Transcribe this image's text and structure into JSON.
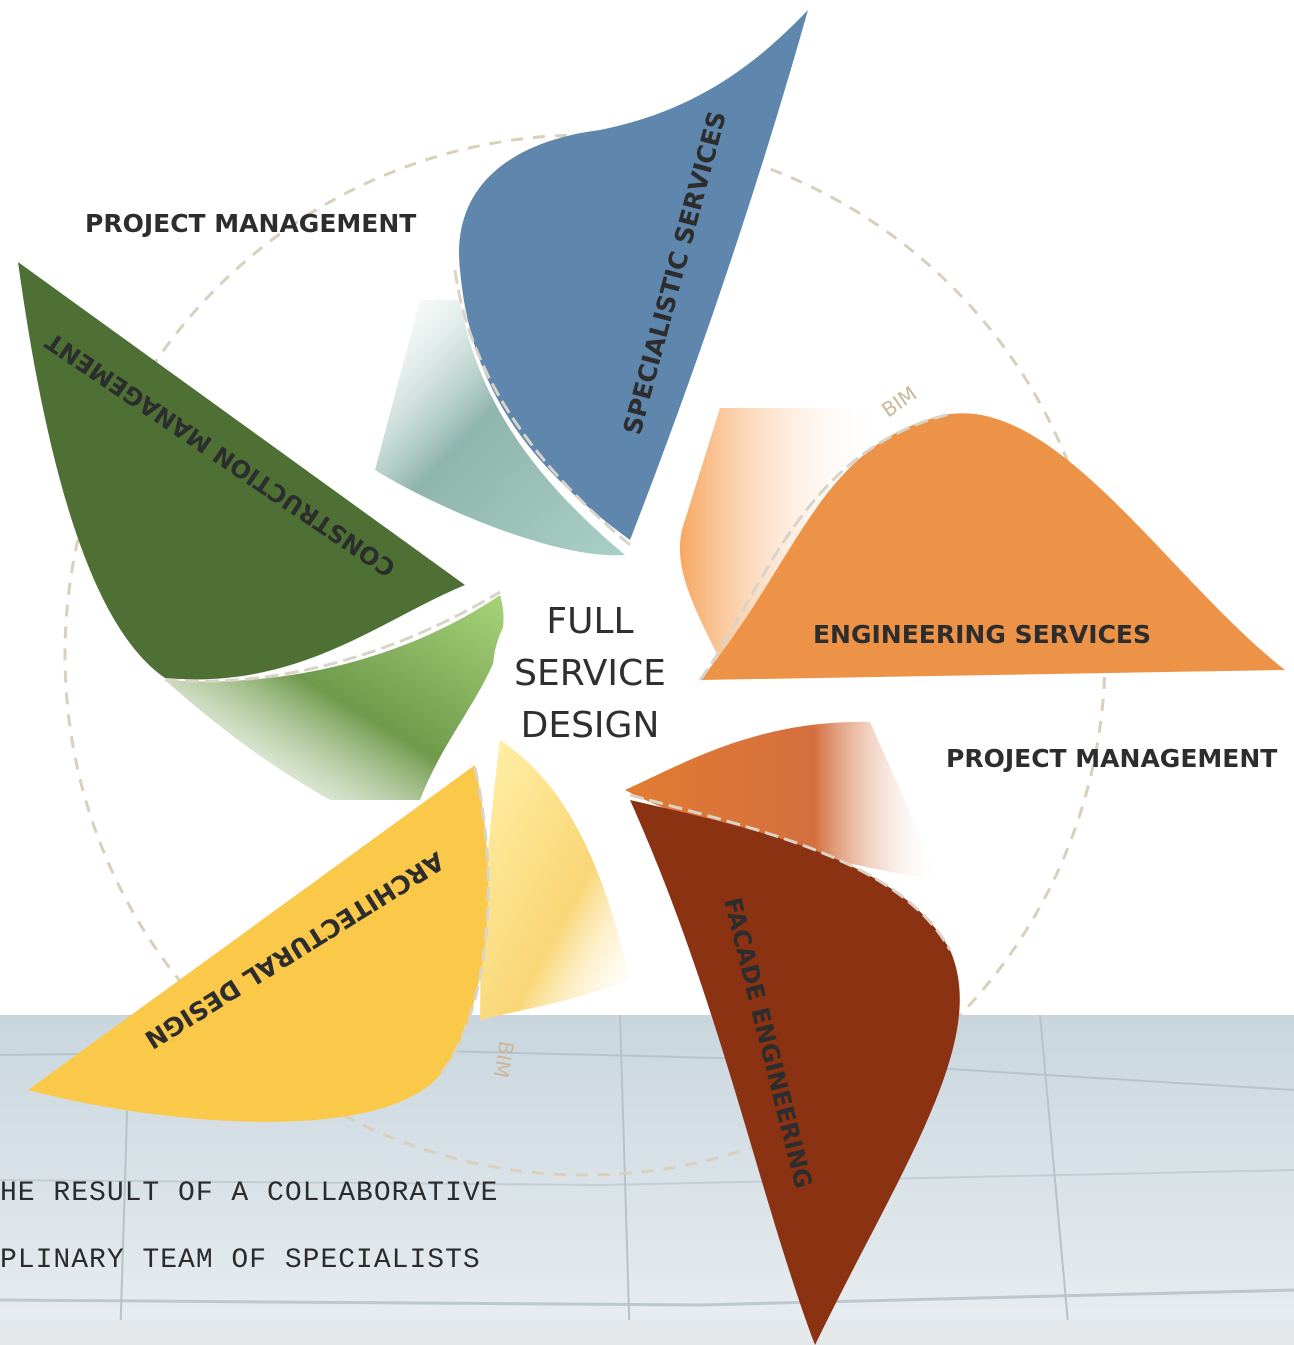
{
  "center": {
    "line1": "FULL",
    "line2": "SERVICE",
    "line3": "DESIGN"
  },
  "petals": {
    "specialistic": "SPECIALISTIC SERVICES",
    "construction": "CONSTRUCTION MANAGEMENT",
    "engineering": "ENGINEERING SERVICES",
    "architectural": "ARCHITECTURAL DESIGN",
    "facade": "FACADE ENGINEERING"
  },
  "outer_labels": {
    "project_management_top": "PROJECT MANAGEMENT",
    "project_management_right": "PROJECT MANAGEMENT",
    "bim_top": "BIM",
    "bim_bottom": "BIM"
  },
  "caption": {
    "line1": "HE RESULT OF A COLLABORATIVE",
    "line2": "PLINARY TEAM OF SPECIALISTS"
  },
  "colors": {
    "specialistic": "#5f86ad",
    "construction": "#4e7035",
    "engineering": "#ec9348",
    "architectural": "#fbc94a",
    "facade": "#8a3212",
    "ring": "#d8d0bd"
  }
}
